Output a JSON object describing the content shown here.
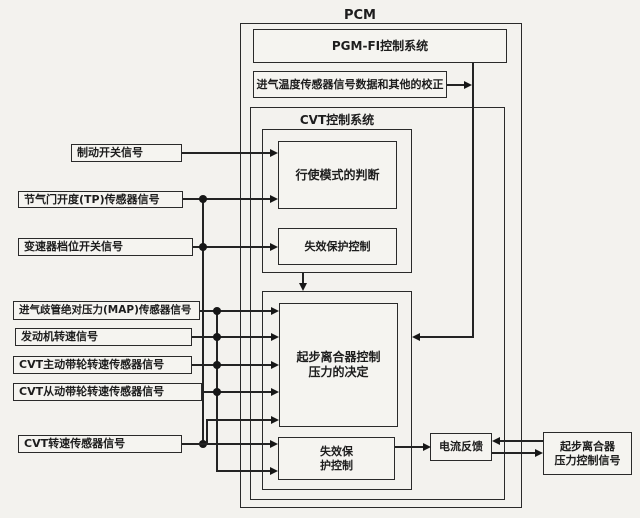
{
  "title": "PCM",
  "modules": {
    "pgmfi": "PGM-FI控制系统",
    "correction": "进气温度传感器信号数据和其他的校正",
    "cvt_system": "CVT控制系统",
    "drive_mode": "行使模式的判断",
    "failsafe_upper": "失效保护控制",
    "clutch_control_line1": "起步离合器控制",
    "clutch_control_line2": "压力的决定",
    "failsafe_lower_line1": "失效保",
    "failsafe_lower_line2": "护控制",
    "current_feedback": "电流反馈",
    "output_line1": "起步离合器",
    "output_line2": "压力控制信号"
  },
  "inputs": [
    {
      "label": "制动开关信号"
    },
    {
      "label": "节气门开度(TP)传感器信号"
    },
    {
      "label": "变速器档位开关信号"
    },
    {
      "label": "进气歧管绝对压力(MAP)传感器信号"
    },
    {
      "label": "发动机转速信号"
    },
    {
      "label": "CVT主动带轮转速传感器信号"
    },
    {
      "label": "CVT从动带轮转速传感器信号"
    },
    {
      "label": "CVT转速传感器信号"
    }
  ],
  "colors": {
    "paper": "#f3f2ee",
    "line": "#232323"
  }
}
